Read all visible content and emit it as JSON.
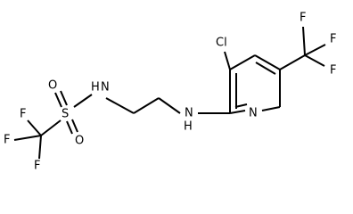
{
  "molecule": {
    "atoms": {
      "n_pyridine": "N",
      "n_amine": "N",
      "h_amine": "H",
      "chlorine": "Cl",
      "cf3_ring_f_top": "F",
      "cf3_ring_f_mid": "F",
      "cf3_ring_f_bot": "F",
      "sulfonamide_n": "N",
      "sulfonamide_h": "H",
      "sulfur": "S",
      "oxygen_top": "O",
      "oxygen_bottom": "O",
      "cf3_sulfonyl_f_top": "F",
      "cf3_sulfonyl_f_left": "F",
      "cf3_sulfonyl_f_bottom": "F"
    }
  }
}
